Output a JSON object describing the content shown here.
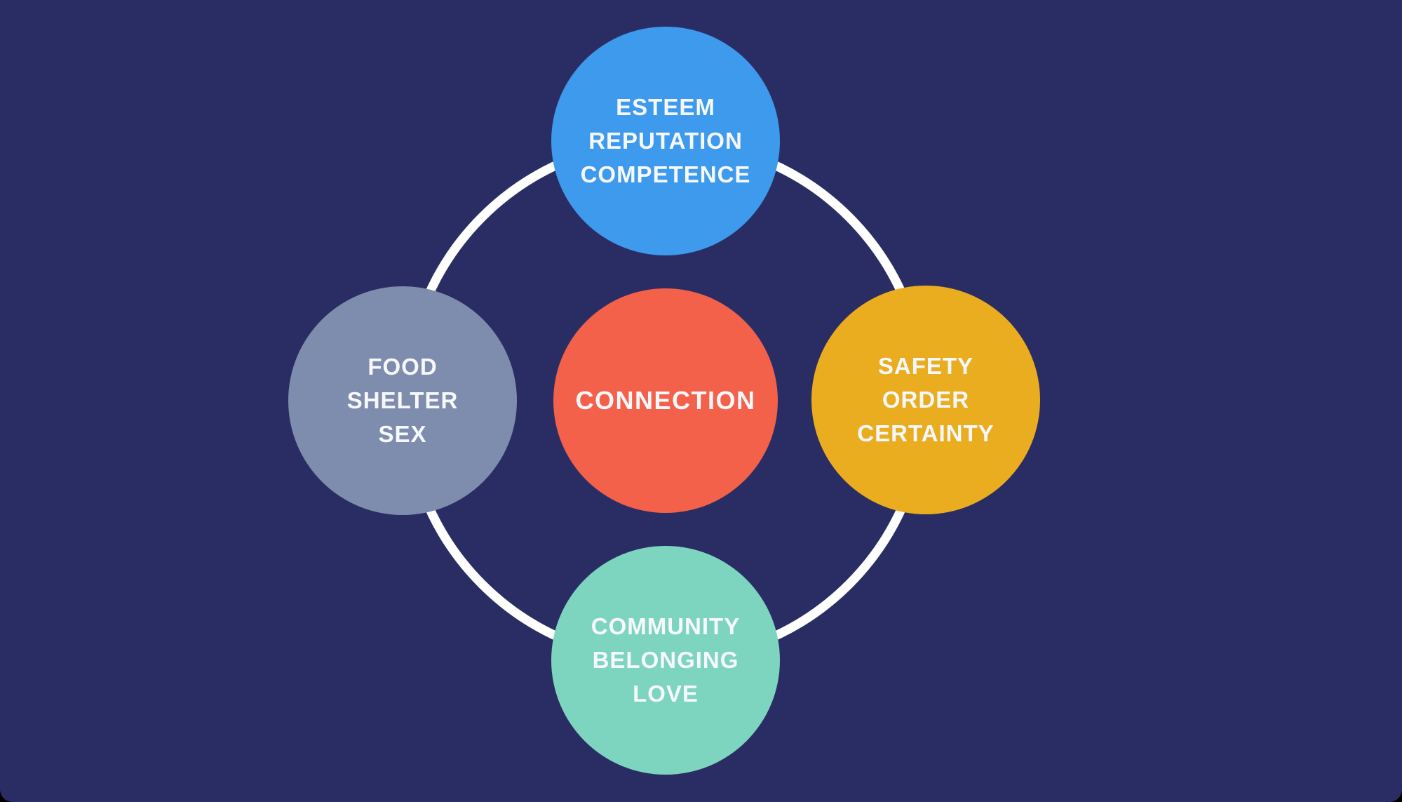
{
  "colors": {
    "background": "#2A2D63",
    "ring": "#FFFFFF",
    "text": "#F7F8FB",
    "esteem": "#3D9AEC",
    "physiological": "#7E8CAE",
    "connection": "#F4614B",
    "safety": "#EAAD20",
    "community": "#7DD5BF",
    "page_edge": "#000000"
  },
  "diagram": {
    "top": {
      "lines": [
        "ESTEEM",
        "REPUTATION",
        "COMPETENCE"
      ]
    },
    "left": {
      "lines": [
        "FOOD",
        "SHELTER",
        "SEX"
      ]
    },
    "center": {
      "lines": [
        "CONNECTION"
      ]
    },
    "right": {
      "lines": [
        "SAFETY",
        "ORDER",
        "CERTAINTY"
      ]
    },
    "bottom": {
      "lines": [
        "COMMUNITY",
        "BELONGING",
        "LOVE"
      ]
    }
  }
}
